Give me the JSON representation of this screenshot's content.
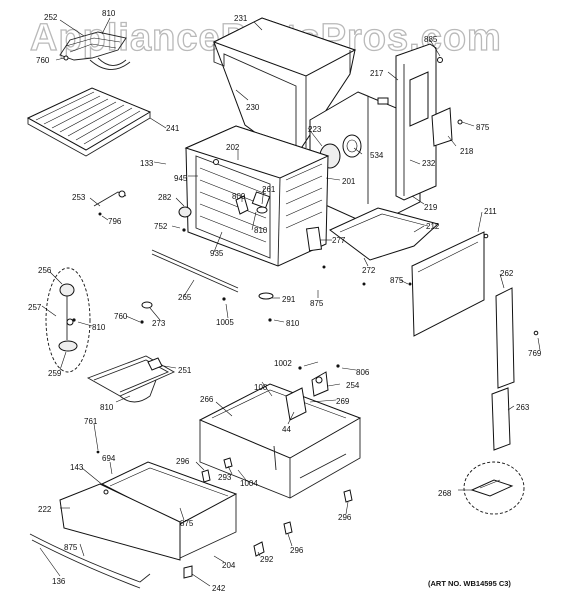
{
  "watermark": "AppliancePartsPros.com",
  "art_no": "(ART NO. WB14595 C3)",
  "callouts": [
    "252",
    "810",
    "760",
    "241",
    "231",
    "230",
    "223",
    "534",
    "232",
    "217",
    "218",
    "875",
    "885",
    "133",
    "945",
    "202",
    "201",
    "282",
    "809",
    "261",
    "810",
    "752",
    "935",
    "253",
    "796",
    "219",
    "211",
    "212",
    "277",
    "272",
    "875",
    "262",
    "256",
    "257",
    "810",
    "259",
    "760",
    "273",
    "265",
    "1005",
    "291",
    "810",
    "875",
    "769",
    "251",
    "810",
    "1002",
    "806",
    "254",
    "108",
    "266",
    "269",
    "44",
    "263",
    "761",
    "694",
    "143",
    "296",
    "293",
    "1004",
    "222",
    "875",
    "875",
    "296",
    "268",
    "296",
    "292",
    "204",
    "136",
    "242"
  ]
}
